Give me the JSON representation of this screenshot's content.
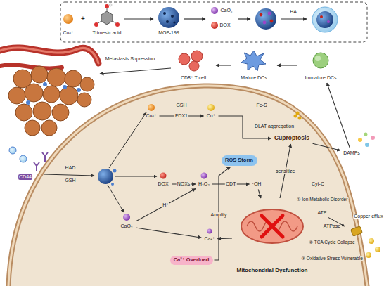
{
  "diagram": {
    "nodes": [
      {
        "text": [
          "CD8⁺ T cell"
        ]
      },
      {
        "text": [
          "Mature DCs"
        ]
      },
      {
        "text": [
          "Immature DCs"
        ]
      },
      {
        "text": [
          "Cu²⁺"
        ]
      },
      {
        "text": [
          "Cu⁺"
        ]
      },
      {
        "text": [
          "Cuproptosis"
        ]
      },
      {
        "text": [
          "DAMPs"
        ]
      },
      {
        "text": [
          "ROS Storm"
        ]
      },
      {
        "text": [
          "DOX"
        ]
      },
      {
        "text": [
          "H₂O₂"
        ]
      },
      {
        "text": [
          "·OH"
        ]
      },
      {
        "text": [
          "CaO₂"
        ]
      },
      {
        "text": [
          "Ca²⁺"
        ]
      },
      {
        "text": [
          "Ca²⁺ Overload"
        ]
      },
      {
        "text": [
          "Mitochondrial Dysfunction"
        ]
      }
    ],
    "edges": [
      {
        "from": 2,
        "to": 1,
        "arrow": "to"
      },
      {
        "from": 1,
        "to": 0,
        "arrow": "to"
      },
      {
        "from": 6,
        "to": 2,
        "arrow": "to"
      },
      {
        "from": 5,
        "to": 6,
        "arrow": "to"
      },
      {
        "from": 3,
        "to": 4,
        "arrow": "to",
        "label": "FDX1"
      },
      {
        "from": 4,
        "to": 5,
        "arrow": "to"
      },
      {
        "from": 8,
        "to": 9,
        "arrow": "to",
        "label": "NOXs"
      },
      {
        "from": 9,
        "to": 10,
        "arrow": "to",
        "label": "CDT"
      },
      {
        "from": 11,
        "to": 9,
        "arrow": "to",
        "label": "H⁺"
      },
      {
        "from": 11,
        "to": 12,
        "arrow": "to"
      },
      {
        "from": 13,
        "to": 7,
        "arrow": "to",
        "label": "Amplify"
      },
      {
        "from": 10,
        "to": 14,
        "arrow": "to"
      },
      {
        "from": 14,
        "to": 12,
        "arrow": "to"
      },
      {
        "from": 14,
        "to": 5,
        "arrow": "to",
        "label": "sensitize"
      }
    ],
    "labels": [
      "Cu²⁺",
      "+",
      "Trimesic acid",
      "MOF-199",
      "CaO₂",
      "DOX",
      "HA",
      "Metastasis Supression",
      "GSH",
      "Fe-S",
      "DLAT aggregation",
      "CD44",
      "HAD",
      "GSH",
      "Cyt-C",
      "① Ion Metabolic Disorder",
      "ATP",
      "ATPase",
      "Copper efflux",
      "② TCA Cycle Collapse",
      "③ Oxidative Stress Vulnerable"
    ]
  }
}
